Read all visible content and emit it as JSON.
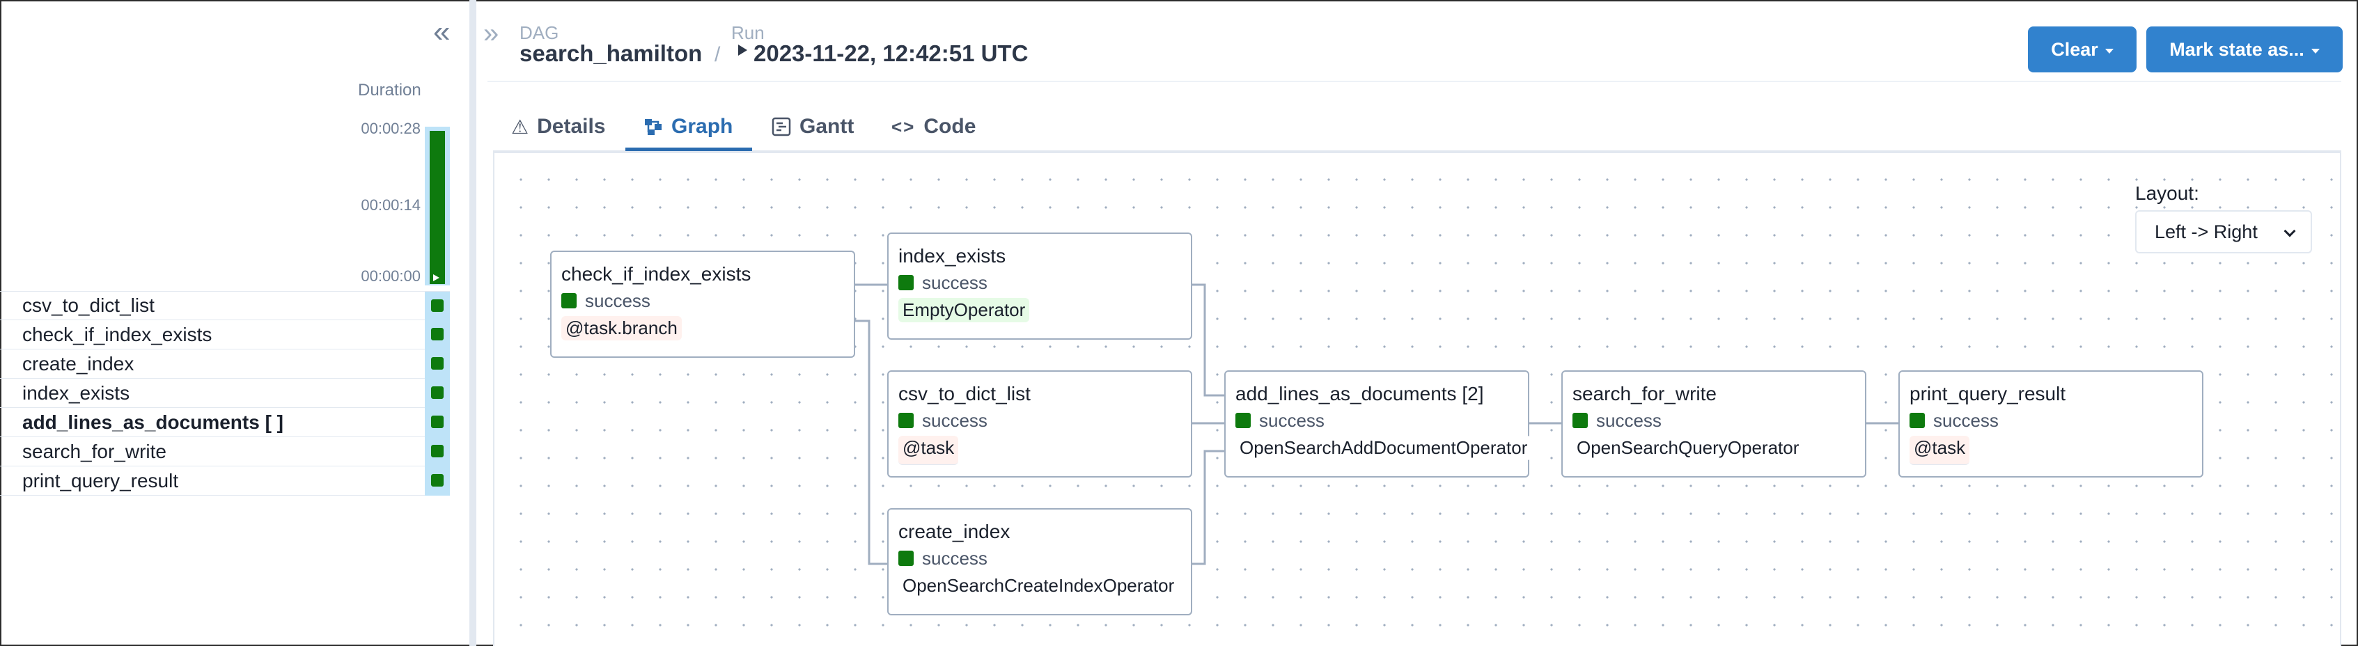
{
  "left_panel": {
    "collapse_glyph": "«",
    "duration_label": "Duration",
    "ticks": [
      "00:00:28",
      "00:00:14",
      "00:00:00"
    ],
    "tasks": [
      {
        "name": "csv_to_dict_list",
        "bold": false
      },
      {
        "name": "check_if_index_exists",
        "bold": false
      },
      {
        "name": "create_index",
        "bold": false
      },
      {
        "name": "index_exists",
        "bold": false
      },
      {
        "name": "add_lines_as_documents [ ]",
        "bold": true
      },
      {
        "name": "search_for_write",
        "bold": false
      },
      {
        "name": "print_query_result",
        "bold": false
      }
    ]
  },
  "header": {
    "expand_glyph": "»",
    "dag_label": "DAG",
    "dag_name": "search_hamilton",
    "separator": "/",
    "run_label": "Run",
    "run_value": "2023-11-22, 12:42:51 UTC",
    "clear_button": "Clear",
    "mark_state_button": "Mark state as..."
  },
  "tabs": [
    {
      "label": "Details",
      "icon": "warning-icon",
      "glyph": "⚠"
    },
    {
      "label": "Graph",
      "icon": "graph-icon",
      "glyph": ""
    },
    {
      "label": "Gantt",
      "icon": "gantt-icon",
      "glyph": ""
    },
    {
      "label": "Code",
      "icon": "code-icon",
      "glyph": "<>"
    }
  ],
  "graph": {
    "layout_label": "Layout:",
    "layout_value": "Left -> Right",
    "nodes": {
      "check_if_index_exists": {
        "title": "check_if_index_exists",
        "state": "success",
        "operator": "@task.branch"
      },
      "index_exists": {
        "title": "index_exists",
        "state": "success",
        "operator": "EmptyOperator"
      },
      "csv_to_dict_list": {
        "title": "csv_to_dict_list",
        "state": "success",
        "operator": "@task"
      },
      "create_index": {
        "title": "create_index",
        "state": "success",
        "operator": "OpenSearchCreateIndexOperator"
      },
      "add_lines_as_documents": {
        "title": "add_lines_as_documents [2]",
        "state": "success",
        "operator": "OpenSearchAddDocumentOperator"
      },
      "search_for_write": {
        "title": "search_for_write",
        "state": "success",
        "operator": "OpenSearchQueryOperator"
      },
      "print_query_result": {
        "title": "print_query_result",
        "state": "success",
        "operator": "@task"
      }
    }
  },
  "colors": {
    "success": "#0e7a0e",
    "accent": "#3182ce",
    "active_tab": "#2b6cb0",
    "edge": "#a0aec0"
  }
}
